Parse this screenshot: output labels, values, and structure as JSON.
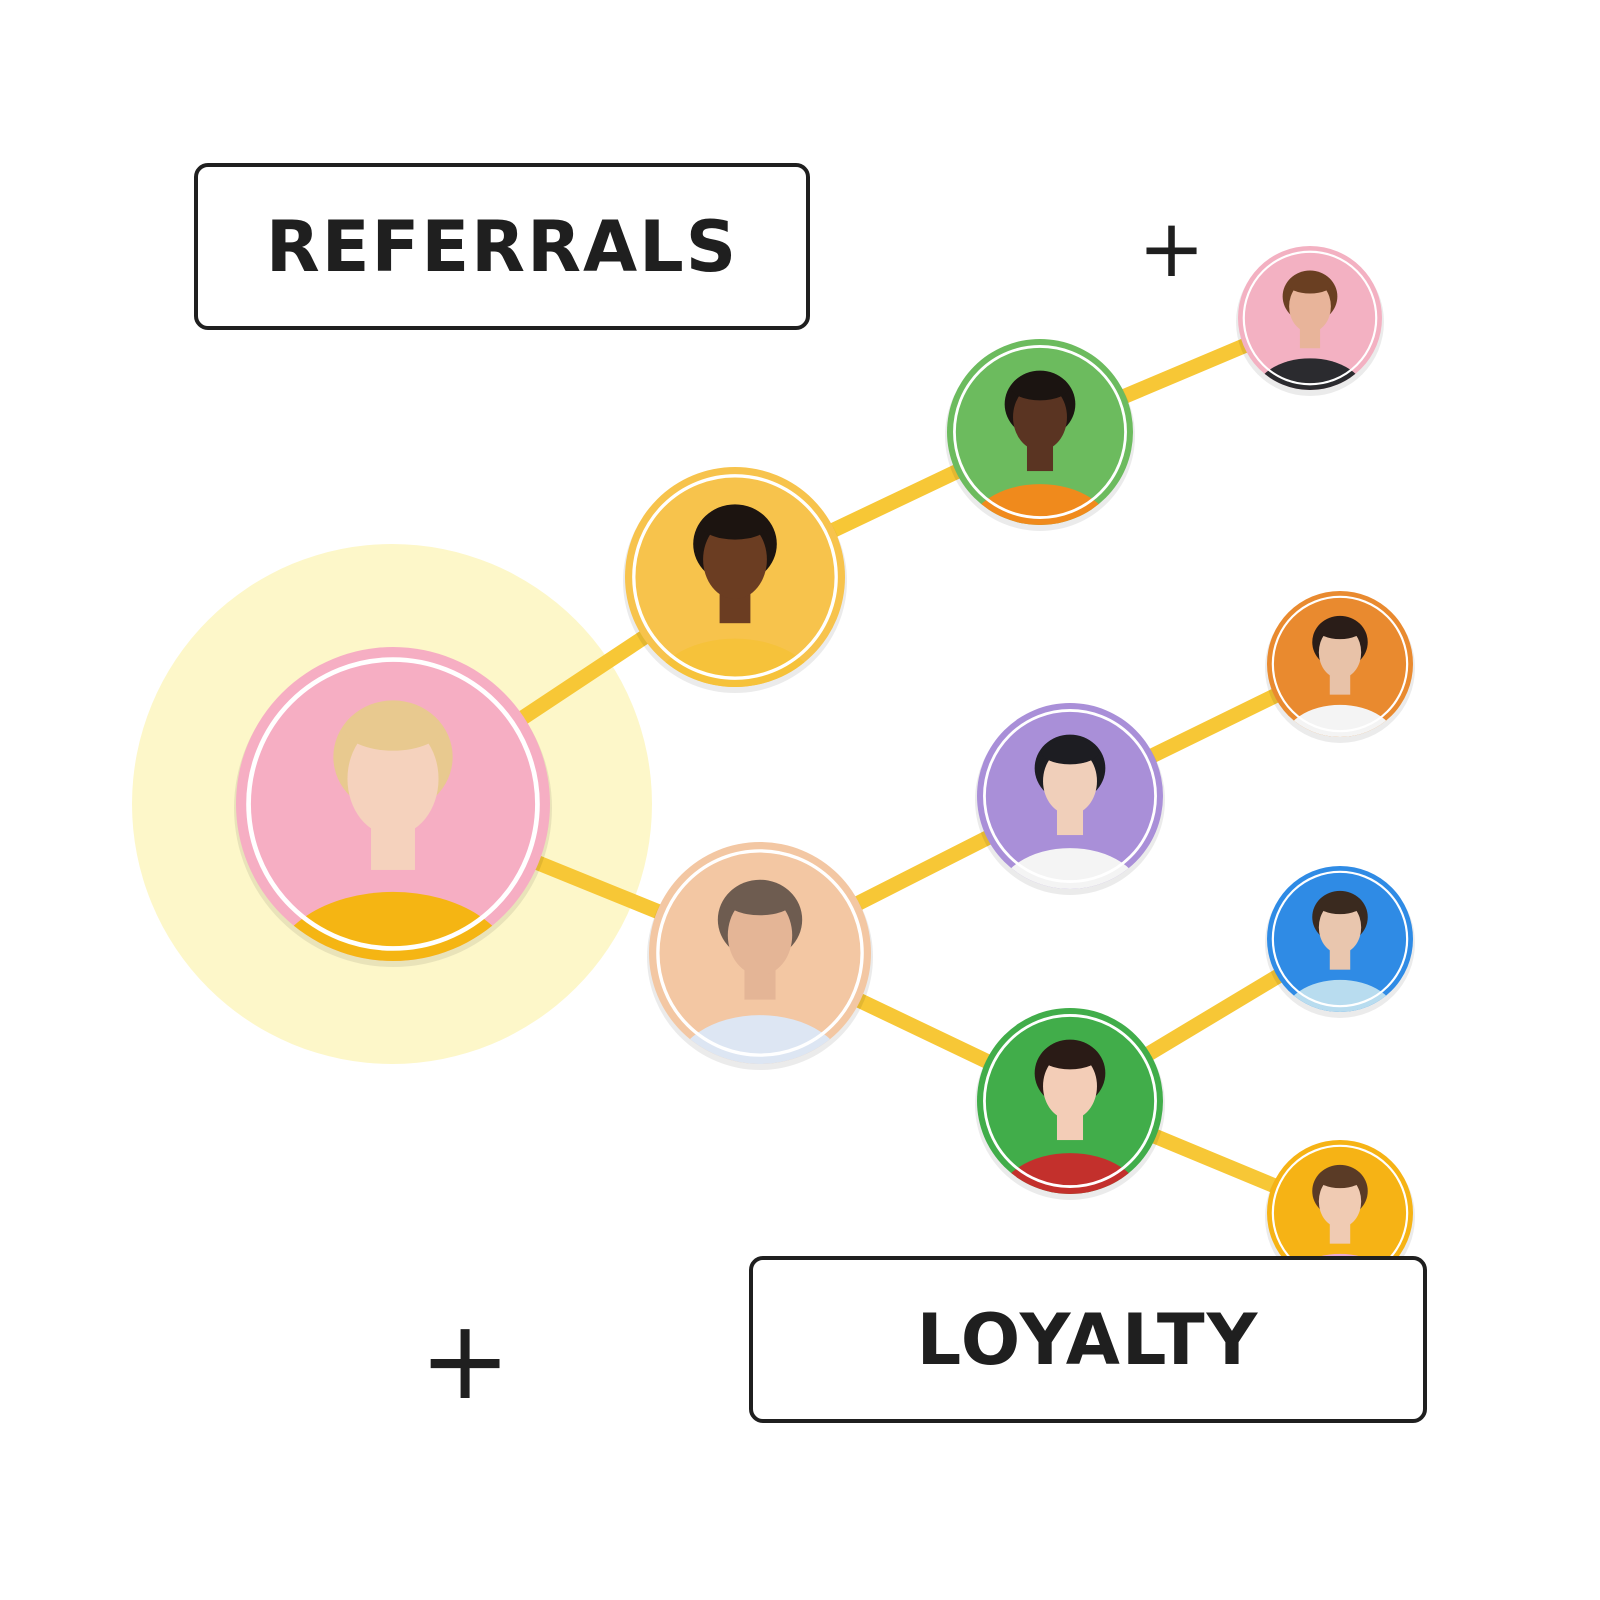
{
  "labels": {
    "referrals": "REFERRALS",
    "loyalty": "LOYALTY",
    "plus": "+"
  },
  "colors": {
    "connector": "#f7c736",
    "highlight_halo": "#fdf7c9",
    "box_border": "#1f1f1f",
    "ring": "#ffffff"
  },
  "people": [
    {
      "id": "woman-blonde-buns",
      "bg": "#f6aec3",
      "skin": "#f5d2bd",
      "hair": "#e8c98f",
      "shirt": "#f5b513"
    },
    {
      "id": "man-curly-hair",
      "bg": "#f7c34c",
      "skin": "#6b3d22",
      "hair": "#1c1410",
      "shirt": "#f6c23a"
    },
    {
      "id": "woman-short-hair-orange",
      "bg": "#6cbb5e",
      "skin": "#5a3422",
      "hair": "#1b1411",
      "shirt": "#f08a1c"
    },
    {
      "id": "man-beard-glasses",
      "bg": "#f3b1c2",
      "skin": "#e8b49a",
      "hair": "#6a3f22",
      "shirt": "#2b2b2f"
    },
    {
      "id": "man-grey-hair",
      "bg": "#f3c7a3",
      "skin": "#e4b596",
      "hair": "#6e5c50",
      "shirt": "#dde6f3"
    },
    {
      "id": "young-man-purple",
      "bg": "#a98fd8",
      "skin": "#f0cfba",
      "hair": "#1d1d22",
      "shirt": "#f4f4f4"
    },
    {
      "id": "woman-orange",
      "bg": "#e98a2f",
      "skin": "#e8c2a8",
      "hair": "#2a1d18",
      "shirt": "#f4f4f4"
    },
    {
      "id": "woman-green-plaid",
      "bg": "#41ad4a",
      "skin": "#f3cdb7",
      "hair": "#2a1b16",
      "shirt": "#c3302c"
    },
    {
      "id": "man-blue",
      "bg": "#2f8be5",
      "skin": "#e9c6ae",
      "hair": "#3a2a1f",
      "shirt": "#b8dcef"
    },
    {
      "id": "woman-yellow",
      "bg": "#f6b315",
      "skin": "#f0cbb3",
      "hair": "#5a3b26",
      "shirt": "#e9a9d4"
    }
  ]
}
